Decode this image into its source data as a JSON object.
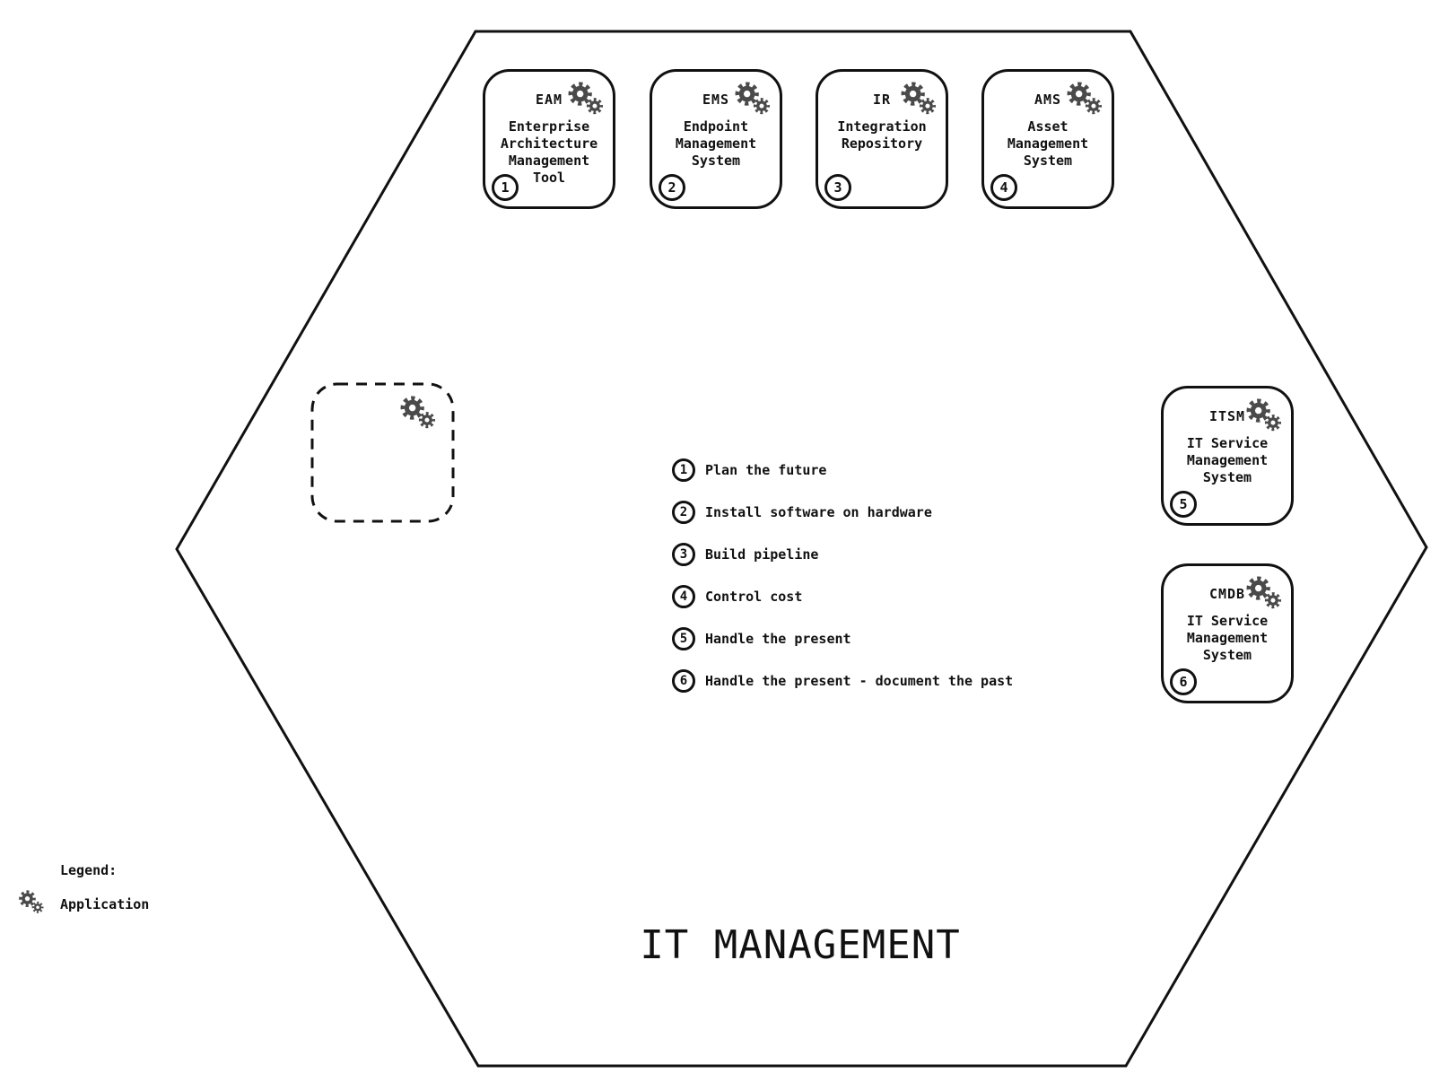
{
  "diagram": {
    "title": "IT MANAGEMENT",
    "applications": [
      {
        "number": "1",
        "acronym": "EAM",
        "name": "Enterprise Architecture Management Tool"
      },
      {
        "number": "2",
        "acronym": "EMS",
        "name": "Endpoint Management System"
      },
      {
        "number": "3",
        "acronym": "IR",
        "name": "Integration Repository"
      },
      {
        "number": "4",
        "acronym": "AMS",
        "name": "Asset Management System"
      },
      {
        "number": "5",
        "acronym": "ITSM",
        "name": "IT Service Management System"
      },
      {
        "number": "6",
        "acronym": "CMDB",
        "name": "IT Service Management System"
      }
    ],
    "capabilities": [
      {
        "number": "1",
        "label": "Plan the future"
      },
      {
        "number": "2",
        "label": "Install software on hardware"
      },
      {
        "number": "3",
        "label": "Build pipeline"
      },
      {
        "number": "4",
        "label": "Control cost"
      },
      {
        "number": "5",
        "label": "Handle the present"
      },
      {
        "number": "6",
        "label": "Handle the present - document the past"
      }
    ],
    "legend": {
      "title": "Legend:",
      "items": [
        {
          "icon": "gears-icon",
          "label": "Application"
        }
      ]
    },
    "colors": {
      "outline": "#111111",
      "gear": "#4a4a4a",
      "background": "#ffffff"
    }
  }
}
